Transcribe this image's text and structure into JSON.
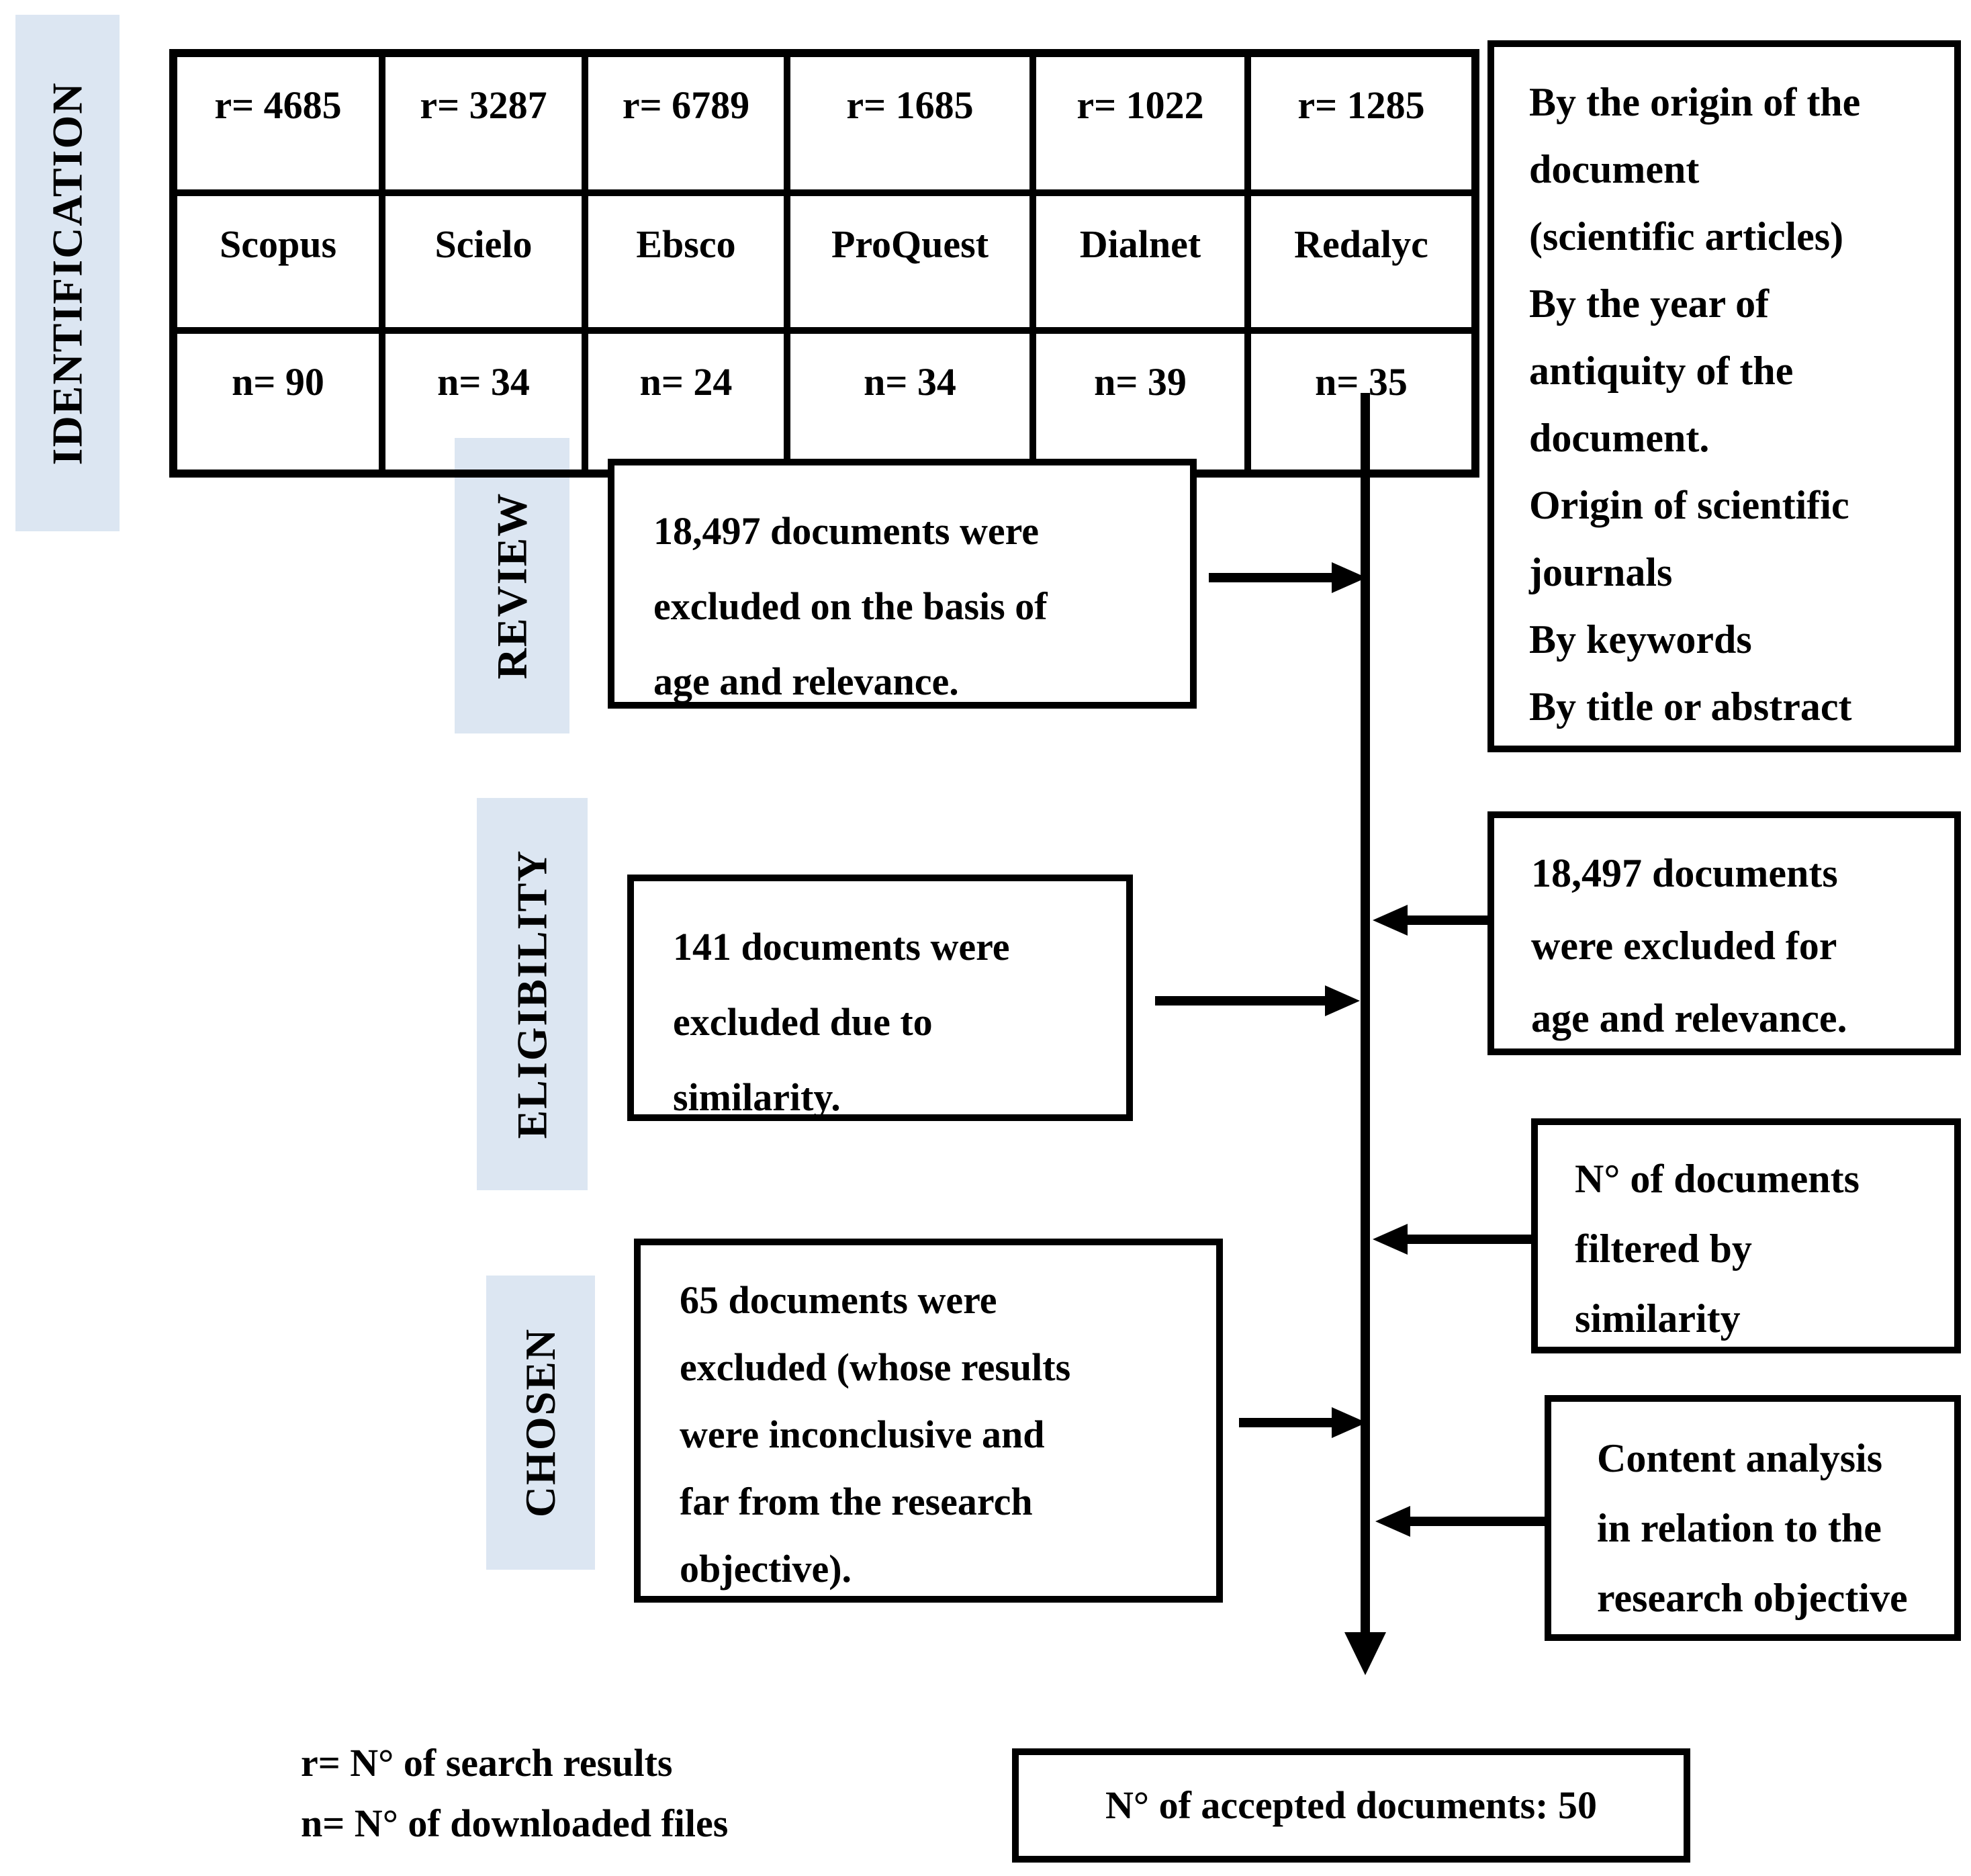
{
  "stages": [
    {
      "id": "identification",
      "label": "IDENTIFICATION"
    },
    {
      "id": "review",
      "label": "REVIEW"
    },
    {
      "id": "eligibility",
      "label": "ELIGIBILITY"
    },
    {
      "id": "chosen",
      "label": "CHOSEN"
    }
  ],
  "sources_table": {
    "columns": [
      {
        "results": "r= 4685",
        "name": "Scopus",
        "downloads": "n= 90"
      },
      {
        "results": "r= 3287",
        "name": "Scielo",
        "downloads": "n= 34"
      },
      {
        "results": "r= 6789",
        "name": "Ebsco",
        "downloads": "n= 24"
      },
      {
        "results": "r= 1685",
        "name": "ProQuest",
        "downloads": "n= 34"
      },
      {
        "results": "r= 1022",
        "name": "Dialnet",
        "downloads": "n= 39"
      },
      {
        "results": "r= 1285",
        "name": "Redalyc",
        "downloads": "n= 35"
      }
    ]
  },
  "criteria_box": {
    "lines": [
      "By the origin of the",
      "document",
      "(scientific articles)",
      "By the year of",
      "antiquity of the",
      "document.",
      "Origin of scientific",
      "journals",
      "By keywords",
      "By title or abstract"
    ]
  },
  "review_box": {
    "lines": [
      "18,497 documents were",
      "excluded on the basis of",
      "age and relevance."
    ]
  },
  "eligibility_box": {
    "lines": [
      "141 documents were",
      "excluded due to",
      "similarity."
    ]
  },
  "chosen_box": {
    "lines": [
      "65 documents were",
      "excluded (whose results",
      "were inconclusive and",
      "far from the research",
      "objective)."
    ]
  },
  "age_relevance_box": {
    "lines": [
      "18,497 documents",
      "were excluded for",
      "age and relevance."
    ]
  },
  "similarity_box": {
    "lines": [
      "N° of documents",
      "filtered by",
      "similarity"
    ]
  },
  "content_analysis_box": {
    "lines": [
      "Content analysis",
      "in relation to the",
      "research objective"
    ]
  },
  "accepted_box": {
    "text": "N° of accepted documents: 50"
  },
  "legend": {
    "line1": "r= N° of search results",
    "line2": "n= N° of downloaded files"
  },
  "colors": {
    "stage_fill": "#dce6f2",
    "line": "#000000",
    "background": "#ffffff"
  }
}
